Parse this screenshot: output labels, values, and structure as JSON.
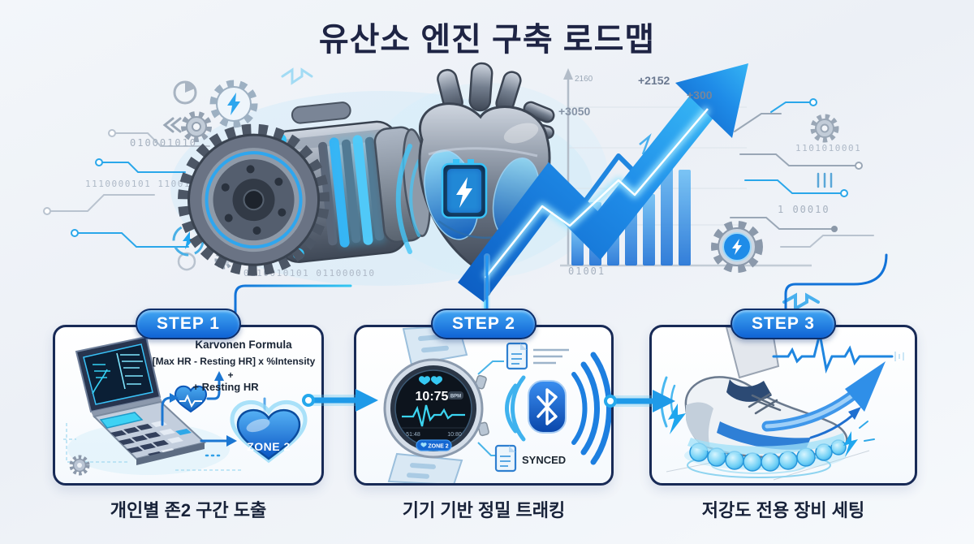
{
  "title": {
    "text": "유산소 엔진 구축 로드맵"
  },
  "hero": {
    "decor": {
      "binary_left_top": "010001010",
      "binary_left_mid": "1110000101 1100111",
      "binary_bottom": "0110010101 011000010",
      "binary_right_top": "1101010001",
      "binary_right_mid": "1 00010",
      "binary_heart_right": "01001"
    },
    "labels": {
      "axis_top": "2160",
      "peak": "+2152",
      "bar": "+300",
      "y_left": "+3050"
    }
  },
  "steps": [
    {
      "badge": "STEP 1",
      "caption": "개인별 존2 구간 도출",
      "formula": {
        "title": "Karvonen Formula",
        "line1": "[Max HR - Resting HR] x %Intensity",
        "plus": "+",
        "line2": "+ Resting HR"
      },
      "zone_label": "ZONE 2"
    },
    {
      "badge": "STEP 2",
      "caption": "기기 기반 정밀 트래킹",
      "watch": {
        "time": "10:75",
        "bpm": "BPM",
        "stat_left": "51:48",
        "stat_right": "10:80",
        "zone": "ZONE 2"
      },
      "synced": "SYNCED"
    },
    {
      "badge": "STEP 3",
      "caption": "저강도 전용 장비 세팅"
    }
  ],
  "icons": {
    "gear": "gear-icon",
    "lightning": "lightning-bolt-icon",
    "pie": "pie-chart-icon",
    "heart_ecg": "heart-ecg-icon",
    "zone_heart": "zone-heart-icon",
    "bluetooth": "bluetooth-icon",
    "document": "document-icon",
    "smartwatch": "smartwatch-icon",
    "running_shoe": "running-shoe-icon",
    "calculator": "calculator-icon",
    "engine": "engine-icon",
    "mech_heart": "mechanical-heart-icon",
    "growth_arrow": "growth-arrow-icon",
    "chevrons": "chevron-icon"
  },
  "colors": {
    "background": "#eef2f7",
    "title": "#1e2444",
    "panel_border": "#182a56",
    "badge_top": "#41a6f3",
    "badge_bottom": "#0f62d4",
    "accent_blue": "#1f86e0",
    "bright_cyan": "#35c8f2",
    "caption": "#182239"
  }
}
